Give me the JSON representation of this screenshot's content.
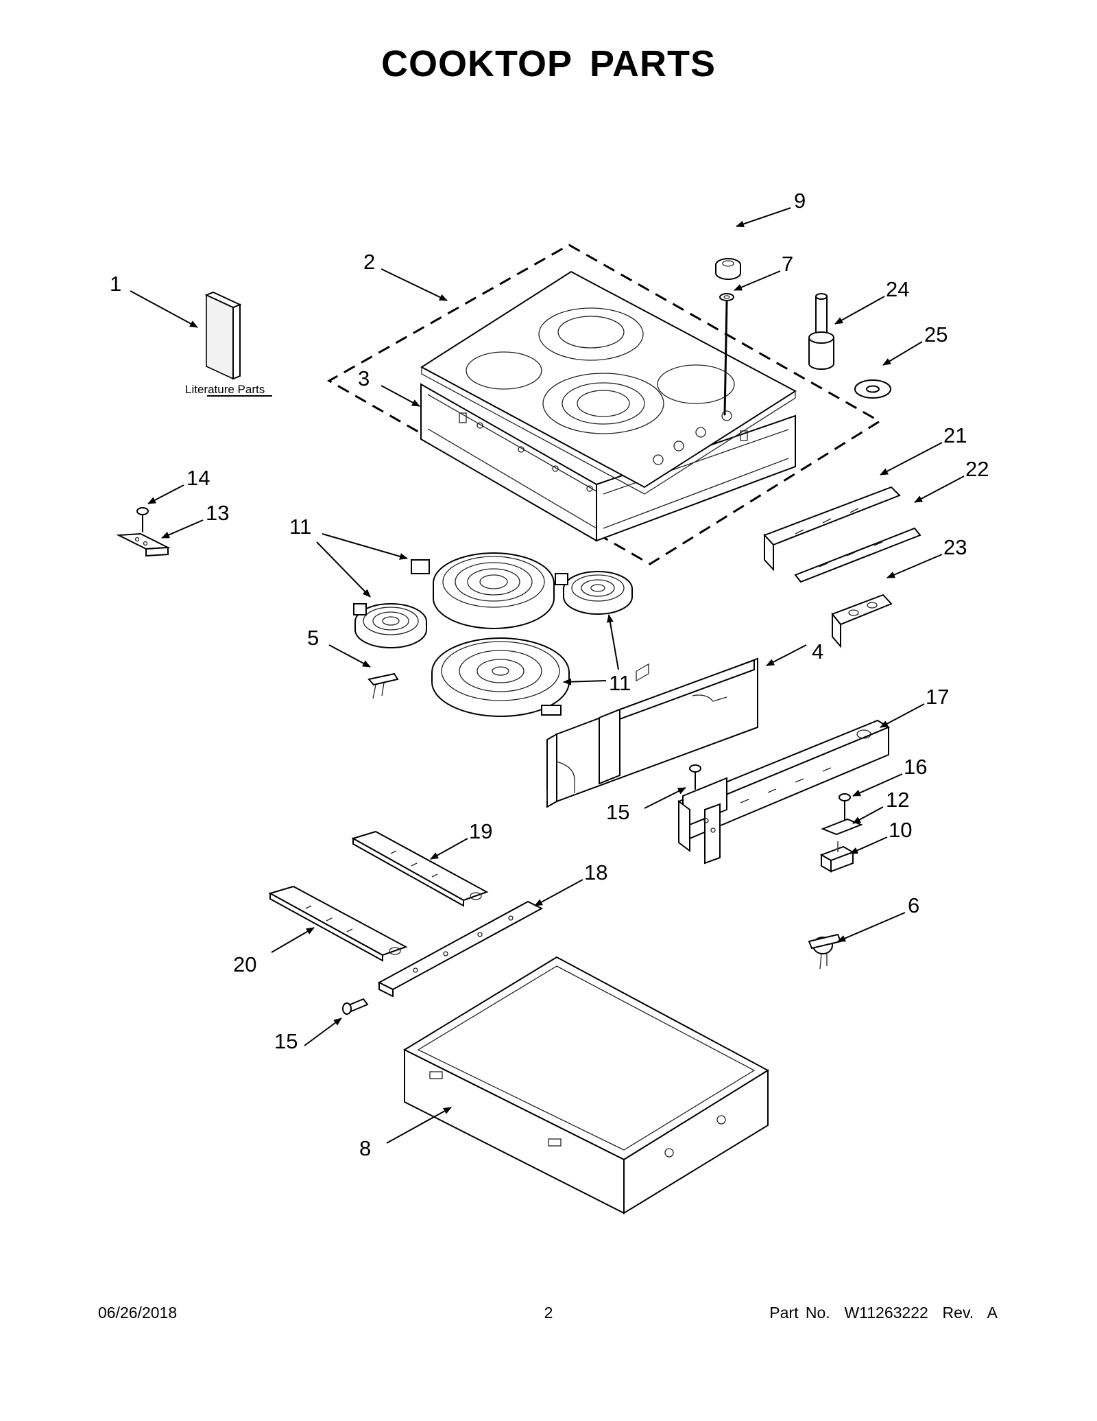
{
  "title": "COOKTOP PARTS",
  "literature_label": "Literature Parts",
  "callouts": {
    "c1": "1",
    "c2": "2",
    "c3": "3",
    "c4": "4",
    "c5": "5",
    "c6": "6",
    "c7": "7",
    "c8": "8",
    "c9": "9",
    "c10": "10",
    "c11a": "11",
    "c11b": "11",
    "c12": "12",
    "c13": "13",
    "c14": "14",
    "c15a": "15",
    "c15b": "15",
    "c16": "16",
    "c17": "17",
    "c18": "18",
    "c19": "19",
    "c20": "20",
    "c21": "21",
    "c22": "22",
    "c23": "23",
    "c24": "24",
    "c25": "25"
  },
  "footer": {
    "date": "06/26/2018",
    "page": "2",
    "part_no": "Part No.  W11263222  Rev.  A"
  }
}
